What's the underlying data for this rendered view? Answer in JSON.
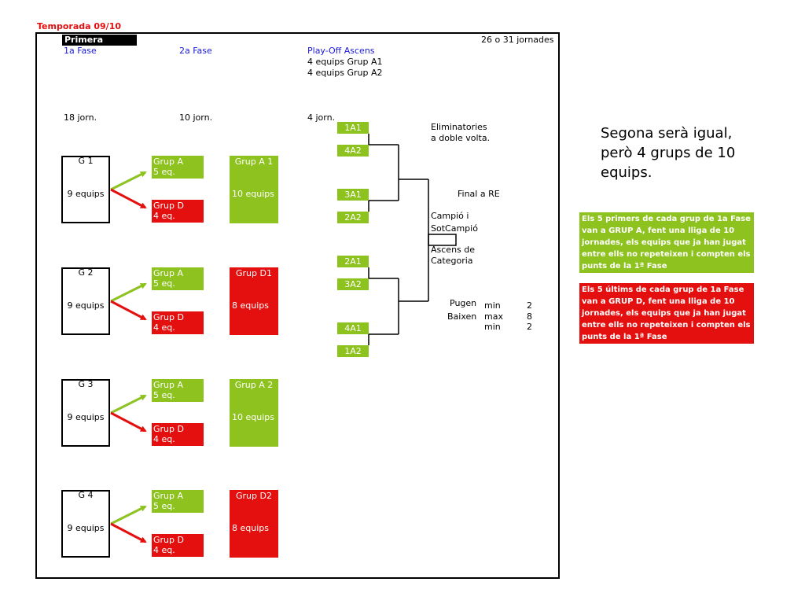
{
  "season": "Temporada 09/10",
  "division": "Primera",
  "total_rounds": "26 o 31 jornades",
  "headers": {
    "phase1": "1a Fase",
    "phase2": "2a Fase",
    "playoff": "Play-Off Ascens",
    "playoff_line1": "4 equips Grup A1",
    "playoff_line2": "4 equips Grup A2",
    "rounds1": "18 jorn.",
    "rounds2": "10 jorn.",
    "rounds3": "4 jorn."
  },
  "groups": [
    {
      "name": "G 1",
      "teams": "9 equips",
      "a": {
        "name": "Grup A",
        "teams": "5 eq."
      },
      "d": {
        "name": "Grup D",
        "teams": "4 eq."
      },
      "target": {
        "name": "Grup A 1",
        "teams": "10 equips",
        "color": "#8dc21f"
      }
    },
    {
      "name": "G 2",
      "teams": "9 equips",
      "a": {
        "name": "Grup A",
        "teams": "5 eq."
      },
      "d": {
        "name": "Grup D",
        "teams": "4 eq."
      },
      "target": {
        "name": "Grup D1",
        "teams": "8 equips",
        "color": "#e4100f"
      }
    },
    {
      "name": "G 3",
      "teams": "9 equips",
      "a": {
        "name": "Grup A",
        "teams": "5 eq."
      },
      "d": {
        "name": "Grup D",
        "teams": "4 eq."
      },
      "target": {
        "name": "Grup A 2",
        "teams": "10 equips",
        "color": "#8dc21f"
      }
    },
    {
      "name": "G 4",
      "teams": "9 equips",
      "a": {
        "name": "Grup A",
        "teams": "5 eq."
      },
      "d": {
        "name": "Grup D",
        "teams": "4 eq."
      },
      "target": {
        "name": "Grup D2",
        "teams": "8 equips",
        "color": "#e4100f"
      }
    }
  ],
  "seeds": [
    "1A1",
    "4A2",
    "3A1",
    "2A2",
    "2A1",
    "3A2",
    "4A1",
    "1A2"
  ],
  "bracket": {
    "elim1": "Eliminatories",
    "elim2": "a doble volta.",
    "final": "Final a RE",
    "champ1": "Campió i",
    "champ2": "SotCampió",
    "ascent1": "Ascens de",
    "ascent2": "Categoria"
  },
  "promotion": {
    "up_label": "Pugen",
    "up_min_label": "min",
    "up_min": "2",
    "down_label": "Baixen",
    "down_max_label": "max",
    "down_max": "8",
    "down_min_label": "min",
    "down_min": "2"
  },
  "side_note": "Segona serà igual, però 4 grups de 10 equips.",
  "note_green": "Els 5 primers de cada grup de 1a Fase van a GRUP A, fent una lliga de 10 jornades, els equips que ja han jugat entre ells no repeteixen i compten els punts de la 1ª Fase",
  "note_red": "Els 5 últims de cada grup de 1a Fase van a GRUP D, fent una lliga de 10 jornades, els equips que ja han jugat entre ells no repeteixen i compten els punts de la 1ª Fase",
  "colors": {
    "green": "#8dc21f",
    "red": "#e4100f",
    "blue": "#1a1ad6"
  }
}
